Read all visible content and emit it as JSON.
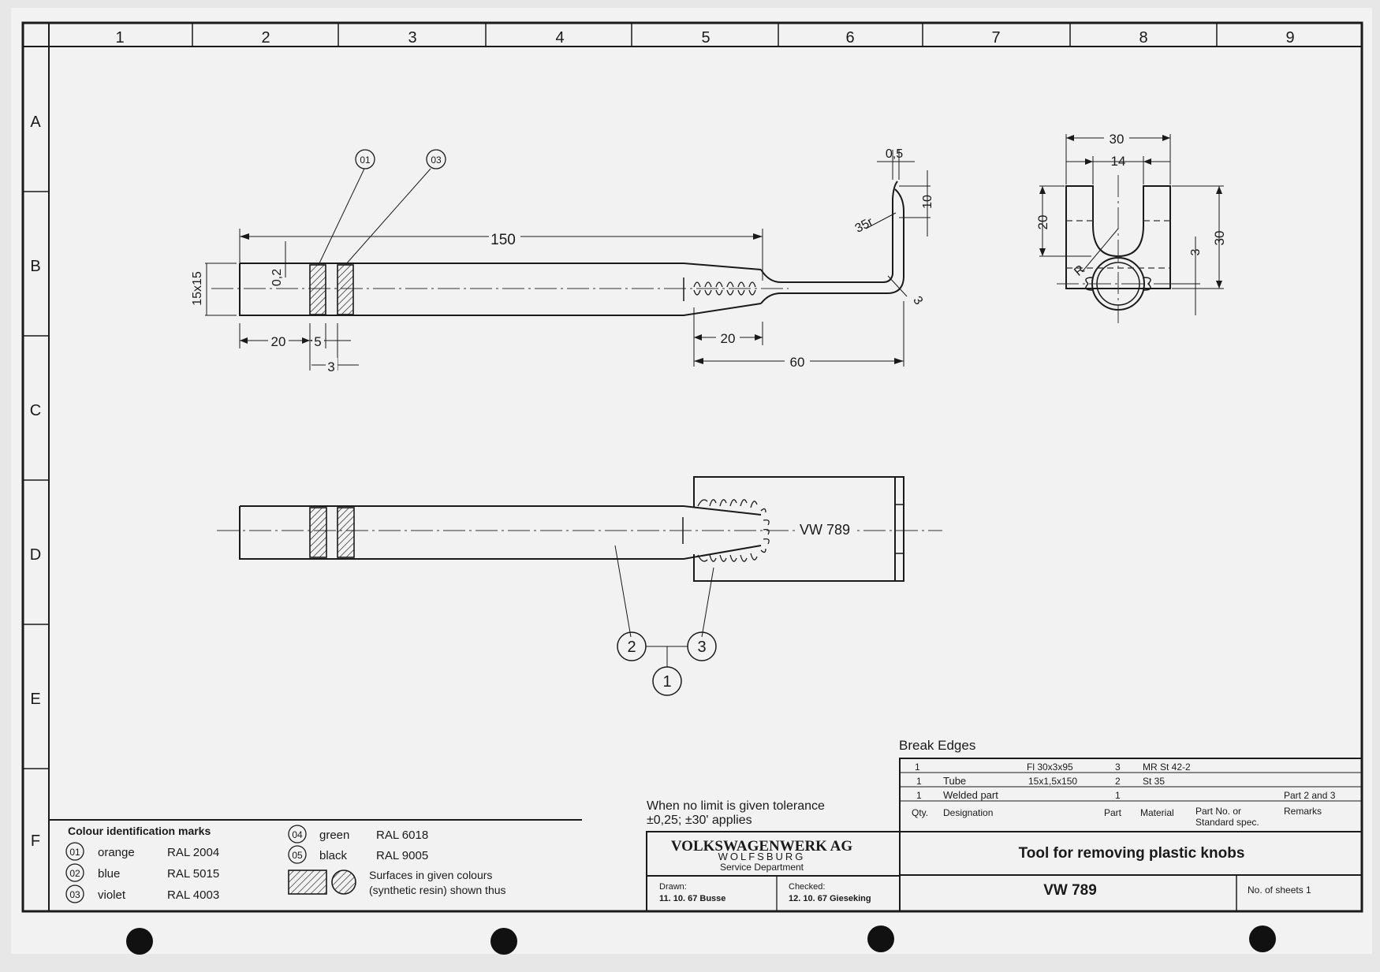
{
  "grid": {
    "columns": [
      "1",
      "2",
      "3",
      "4",
      "5",
      "6",
      "7",
      "8",
      "9"
    ],
    "rows": [
      "A",
      "B",
      "C",
      "D",
      "E",
      "F"
    ]
  },
  "callouts": {
    "mark1": "01",
    "mark3": "03",
    "part1": "1",
    "part2": "2",
    "part3": "3"
  },
  "dimensions": {
    "length_150": "150",
    "cross_section": "15x15",
    "d_0_2": "0,2",
    "d_20_left": "20",
    "d_5": "5",
    "d_3": "3",
    "d_20_right": "20",
    "d_60": "60",
    "d_0_5": "0,5",
    "d_10": "10",
    "d_35r": "35r",
    "d_3_tip": "3",
    "d_30_top": "30",
    "d_14": "14",
    "d_20_side": "20",
    "d_30_side": "30",
    "d_3_side": "3",
    "radius": "R"
  },
  "view_label": "VW 789",
  "break_edges": "Break Edges",
  "parts_table": {
    "rows": [
      {
        "qty": "1",
        "designation": "",
        "stock": "Fl 30x3x95",
        "part": "3",
        "material": "MR St 42-2",
        "remarks": ""
      },
      {
        "qty": "1",
        "designation": "Tube",
        "stock": "15x1,5x150",
        "part": "2",
        "material": "St 35",
        "remarks": ""
      },
      {
        "qty": "1",
        "designation": "Welded part",
        "stock": "",
        "part": "1",
        "material": "",
        "remarks": "Part 2 and 3"
      }
    ],
    "header": {
      "qty": "Qty.",
      "designation": "Designation",
      "part": "Part",
      "material": "Material",
      "part_no_1": "Part No. or",
      "part_no_2": "Standard spec.",
      "remarks": "Remarks"
    }
  },
  "tolerance": {
    "line1": "When no limit is given tolerance",
    "line2": "±0,25; ±30' applies"
  },
  "company": {
    "name": "VOLKSWAGENWERK AG",
    "city": "WOLFSBURG",
    "dept": "Service Department"
  },
  "drawn": {
    "label": "Drawn:",
    "value": "11. 10. 67 Busse"
  },
  "checked": {
    "label": "Checked:",
    "value": "12. 10. 67 Gieseking"
  },
  "title": "Tool for removing plastic knobs",
  "drawing_no": "VW 789",
  "sheets": "No. of sheets 1",
  "colour_marks": {
    "heading": "Colour identification marks",
    "items": [
      {
        "code": "01",
        "name": "orange",
        "ral": "RAL 2004"
      },
      {
        "code": "02",
        "name": "blue",
        "ral": "RAL 5015"
      },
      {
        "code": "03",
        "name": "violet",
        "ral": "RAL 4003"
      },
      {
        "code": "04",
        "name": "green",
        "ral": "RAL 6018"
      },
      {
        "code": "05",
        "name": "black",
        "ral": "RAL 9005"
      }
    ],
    "surfaces_1": "Surfaces in given colours",
    "surfaces_2": "(synthetic resin) shown thus"
  },
  "colors": {
    "paper": "#f2f2f2",
    "ink": "#1a1a1a",
    "margin": "#e7e7e7"
  }
}
